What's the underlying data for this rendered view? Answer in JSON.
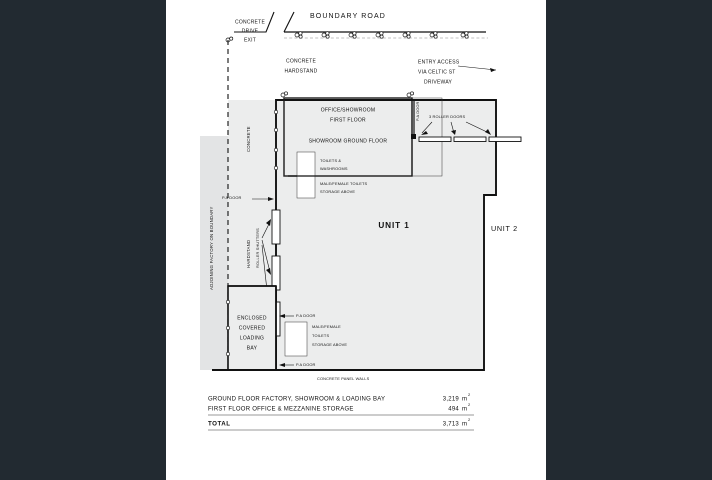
{
  "document": {
    "type": "architectural-site-floor-plan",
    "page_background": "#ffffff",
    "canvas_background": "#222a31"
  },
  "annotations": {
    "boundary_road": "BOUNDARY   ROAD",
    "concrete_drive_exit": [
      "CONCRETE",
      "DRIVE",
      "EXIT"
    ],
    "concrete_hardstand": [
      "CONCRETE",
      "HARDSTAND"
    ],
    "entry_access": [
      "ENTRY ACCESS",
      "VIA CELTIC ST",
      "DRIVEWAY"
    ],
    "adjoining_factory": "ADJOINING FACTORY ON BOUNDARY",
    "concrete_vertical": "CONCRETE",
    "hardstand_vertical": "HARDSTAND",
    "roller_doors": "3 ROLLER DOORS",
    "roller_shutters": "ROLLER SHUTTERS",
    "pa_door_vertical": "P.A DOOR",
    "pa_door_left": "P.A DOOR",
    "pa_door_mid": "P.A DOOR",
    "pa_door_low": "P.A DOOR",
    "concrete_panel_walls": "CONCRETE PANEL WALLS"
  },
  "rooms": {
    "office_showroom_line1": "OFFICE/SHOWROOM",
    "office_showroom_line2": "FIRST FLOOR",
    "showroom_ground": "SHOWROOM GROUND FLOOR",
    "toilets_washrooms_line1": "TOILETS &",
    "toilets_washrooms_line2": "WASHROOMS",
    "male_female_line1": "MALE/FEMALE TOILETS",
    "male_female_line2": "STORAGE ABOVE",
    "loading_bay": [
      "ENCLOSED",
      "COVERED",
      "LOADING",
      "BAY"
    ],
    "mid_toilets": [
      "MALE/FEMALE",
      "TOILETS",
      "STORAGE ABOVE"
    ],
    "unit_1": "UNIT 1",
    "unit_2": "UNIT 2"
  },
  "area_schedule": {
    "rows": [
      {
        "label": "GROUND FLOOR FACTORY, SHOWROOM & LOADING BAY",
        "value": "3,219",
        "unit": "m",
        "exponent": "2"
      },
      {
        "label": "FIRST FLOOR OFFICE & MEZZANINE STORAGE",
        "value": "494",
        "unit": "m",
        "exponent": "2"
      }
    ],
    "total": {
      "label": "TOTAL",
      "value": "3,713",
      "unit": "m",
      "exponent": "2"
    }
  },
  "colors": {
    "ink": "#111111",
    "hardstand_fill": "#e3e4e5",
    "building_fill": "#eceded",
    "page": "#ffffff",
    "backdrop": "#222a31"
  }
}
